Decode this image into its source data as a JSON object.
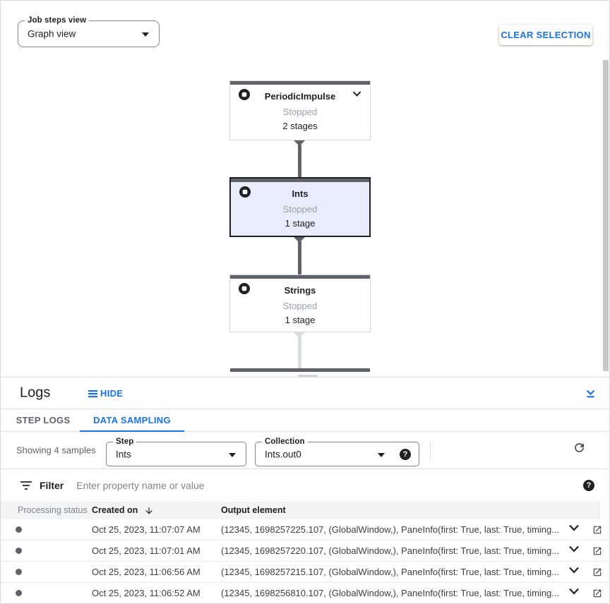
{
  "colors": {
    "accent_blue": "#1a73e8",
    "node_top_bar": "#5f6368",
    "selected_node_bg": "#e7edfb",
    "selected_node_border": "#202124",
    "muted_status_text": "#9aa0a6",
    "table_header_bg": "#f1f3f4"
  },
  "toolbar": {
    "job_steps_view": {
      "label": "Job steps view",
      "value": "Graph view"
    },
    "clear_selection_label": "CLEAR SELECTION"
  },
  "graph": {
    "nodes": [
      {
        "title": "PeriodicImpulse",
        "status": "Stopped",
        "stages": "2 stages"
      },
      {
        "title": "Ints",
        "status": "Stopped",
        "stages": "1 stage"
      },
      {
        "title": "Strings",
        "status": "Stopped",
        "stages": "1 stage"
      }
    ]
  },
  "logs": {
    "title": "Logs",
    "hide_label": "HIDE",
    "tabs": {
      "step_logs": "STEP LOGS",
      "data_sampling": "DATA SAMPLING"
    },
    "samples_summary": "Showing 4 samples",
    "step_field": {
      "label": "Step",
      "value": "Ints"
    },
    "collection_field": {
      "label": "Collection",
      "value": "Ints.out0"
    },
    "filter": {
      "label": "Filter",
      "placeholder": "Enter property name or value"
    },
    "table": {
      "columns": {
        "processing_status": "Processing status",
        "created_on": "Created on",
        "output_element": "Output element"
      },
      "rows": [
        {
          "created_on": "Oct 25, 2023, 11:07:07 AM",
          "output_element": "(12345, 1698257225.107, (GlobalWindow,), PaneInfo(first: True, last: True, timing..."
        },
        {
          "created_on": "Oct 25, 2023, 11:07:01 AM",
          "output_element": "(12345, 1698257220.107, (GlobalWindow,), PaneInfo(first: True, last: True, timing..."
        },
        {
          "created_on": "Oct 25, 2023, 11:06:56 AM",
          "output_element": "(12345, 1698257215.107, (GlobalWindow,), PaneInfo(first: True, last: True, timing..."
        },
        {
          "created_on": "Oct 25, 2023, 11:06:52 AM",
          "output_element": "(12345, 1698256810.107, (GlobalWindow,), PaneInfo(first: True, last: True, timing..."
        }
      ]
    }
  },
  "icons": {
    "help_glyph": "?"
  }
}
